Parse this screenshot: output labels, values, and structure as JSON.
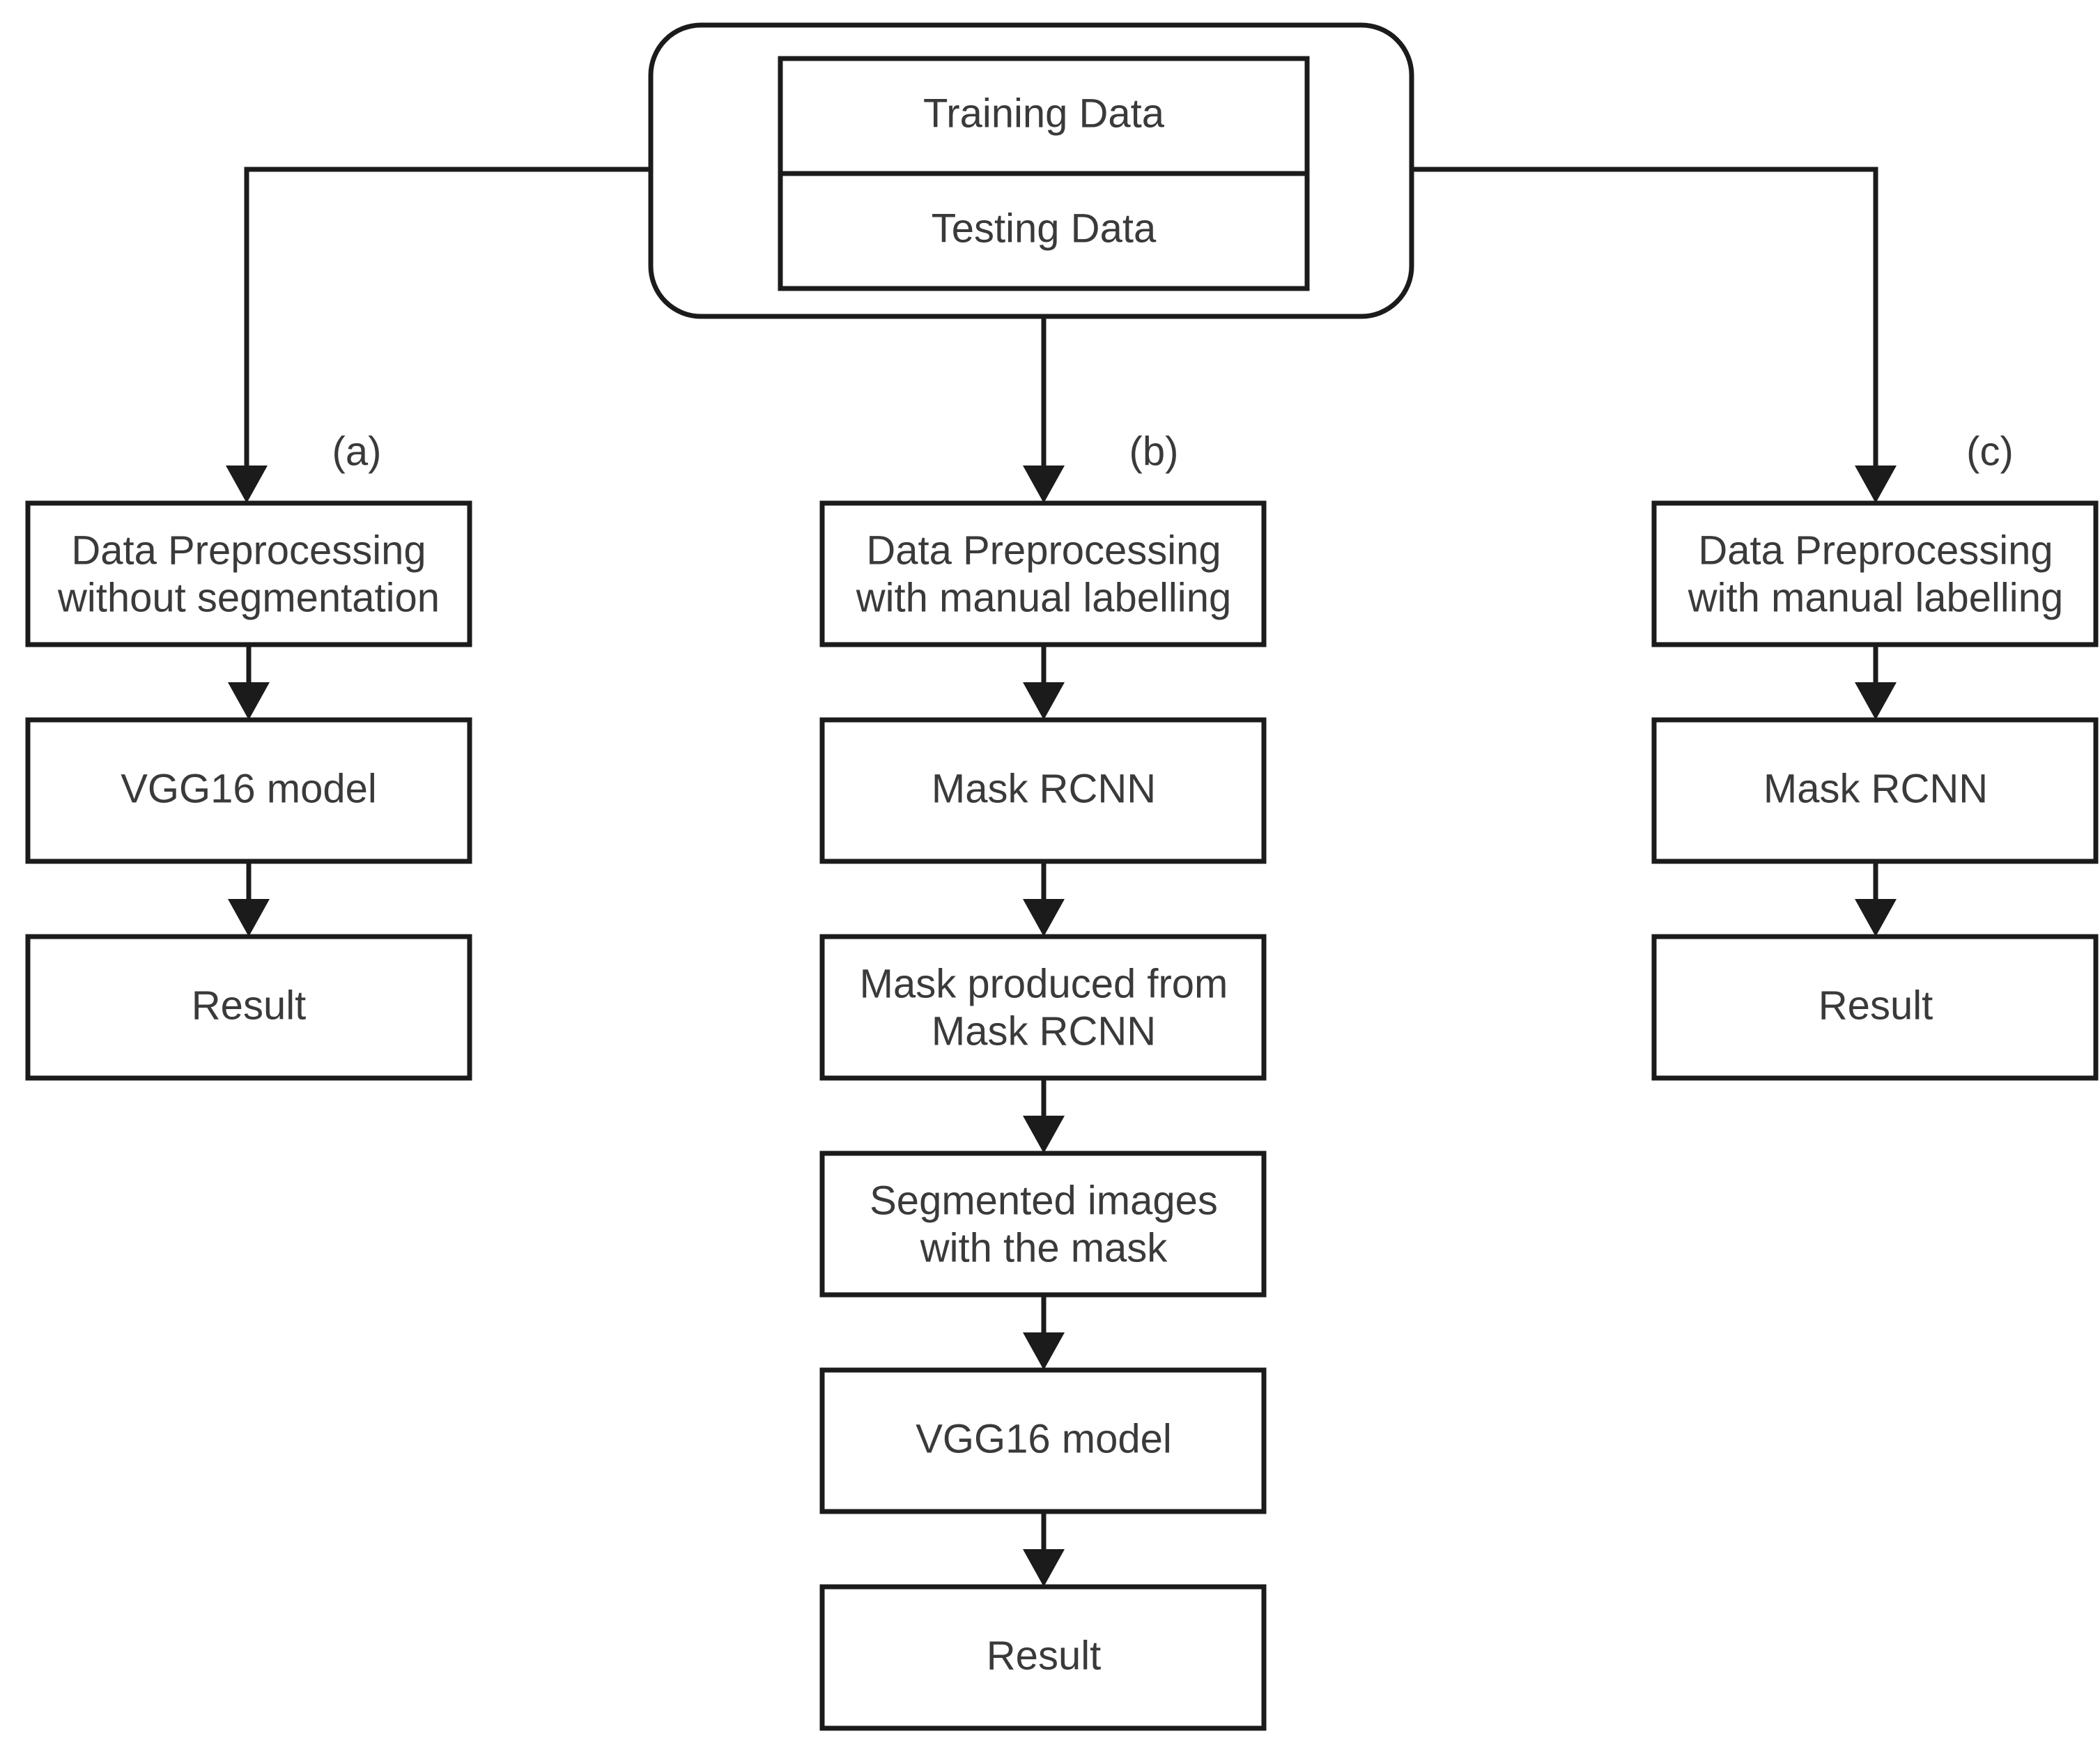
{
  "diagram": {
    "source_group": {
      "name": "dataset-group",
      "rows": [
        {
          "label": "Training Data"
        },
        {
          "label": "Testing Data"
        }
      ]
    },
    "branch_labels": [
      {
        "key": "a",
        "label": "(a)"
      },
      {
        "key": "b",
        "label": "(b)"
      },
      {
        "key": "c",
        "label": "(c)"
      }
    ],
    "columns": [
      {
        "key": "a",
        "label": "(a)",
        "nodes": [
          {
            "id": "a1",
            "lines": [
              "Data Preprocessing",
              "without segmentation"
            ]
          },
          {
            "id": "a2",
            "lines": [
              "VGG16 model"
            ]
          },
          {
            "id": "a3",
            "lines": [
              "Result"
            ]
          }
        ]
      },
      {
        "key": "b",
        "label": "(b)",
        "nodes": [
          {
            "id": "b1",
            "lines": [
              "Data Preprocessing",
              "with manual labelling"
            ]
          },
          {
            "id": "b2",
            "lines": [
              "Mask RCNN"
            ]
          },
          {
            "id": "b3",
            "lines": [
              "Mask produced from",
              "Mask RCNN"
            ]
          },
          {
            "id": "b4",
            "lines": [
              "Segmented images",
              "with the mask"
            ]
          },
          {
            "id": "b5",
            "lines": [
              "VGG16 model"
            ]
          },
          {
            "id": "b6",
            "lines": [
              "Result"
            ]
          }
        ]
      },
      {
        "key": "c",
        "label": "(c)",
        "nodes": [
          {
            "id": "c1",
            "lines": [
              "Data Preprocessing",
              "with manual labelling"
            ]
          },
          {
            "id": "c2",
            "lines": [
              "Mask RCNN"
            ]
          },
          {
            "id": "c3",
            "lines": [
              "Result"
            ]
          }
        ]
      }
    ],
    "colors": {
      "stroke": "#1b1b1b",
      "text": "#3a3a3a",
      "background": "#ffffff"
    }
  }
}
